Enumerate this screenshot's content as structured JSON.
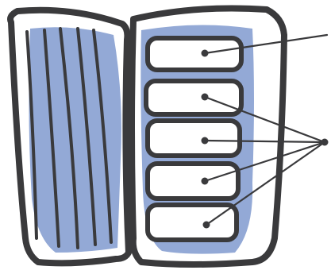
{
  "illustration": {
    "subject": "open-refrigerator-clipart",
    "colors": {
      "outline": "#3a3a3c",
      "fill_blue": "#93a9d6",
      "background": "#ffffff"
    },
    "shelves": [
      {
        "name": "shelf-1"
      },
      {
        "name": "shelf-2"
      },
      {
        "name": "shelf-3"
      },
      {
        "name": "shelf-4"
      },
      {
        "name": "shelf-5"
      }
    ],
    "callouts": {
      "top": "single-leader",
      "right": "four-leaders-to-one-point"
    }
  }
}
